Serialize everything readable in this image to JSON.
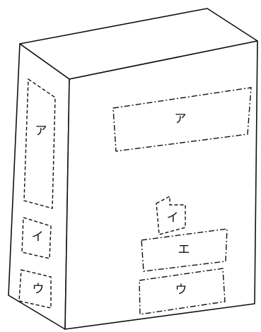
{
  "labels": {
    "side_a": "ア",
    "side_i": "イ",
    "side_u": "ウ",
    "front_a": "ア",
    "front_i": "イ",
    "front_e": "エ",
    "front_u": "ウ"
  }
}
